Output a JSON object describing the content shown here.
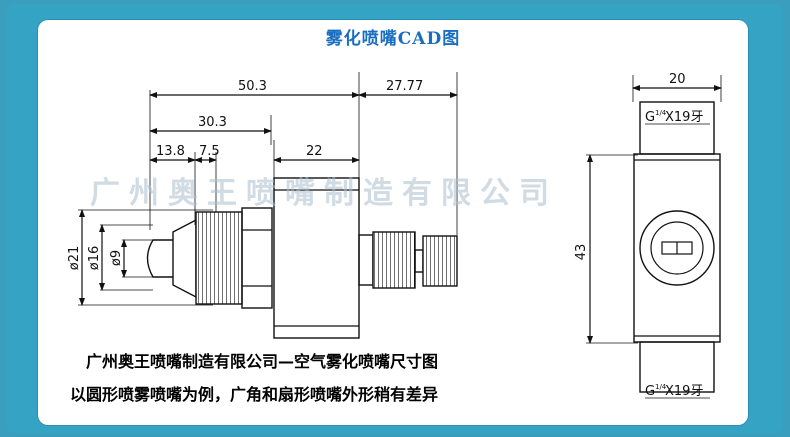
{
  "title": "雾化喷嘴CAD图",
  "watermark": "广州奥王喷嘴制造有限公司",
  "captions": {
    "line1": "广州奥王喷嘴制造有限公司—空气雾化喷嘴尺寸图",
    "line2": "以圆形喷雾喷嘴为例，广角和扇形喷嘴外形稍有差异"
  },
  "dimensions": {
    "total_length": "50.3",
    "tail_length": "27.77",
    "mid_length": "30.3",
    "tip_length": "13.8",
    "tip_step": "7.5",
    "body_width": "22",
    "dia_outer": "ø21",
    "dia_mid": "ø16",
    "dia_tip": "ø9",
    "side_width": "20",
    "side_height": "43",
    "thread_top_prefix": "G",
    "thread_top_suffix": "X19牙",
    "thread_bottom_prefix": "G",
    "thread_bottom_suffix": "X19牙",
    "thread_fraction": "1/4"
  },
  "colors": {
    "background": "#3a9fbf",
    "title": "#1a6ec0",
    "lines": "#111111"
  }
}
